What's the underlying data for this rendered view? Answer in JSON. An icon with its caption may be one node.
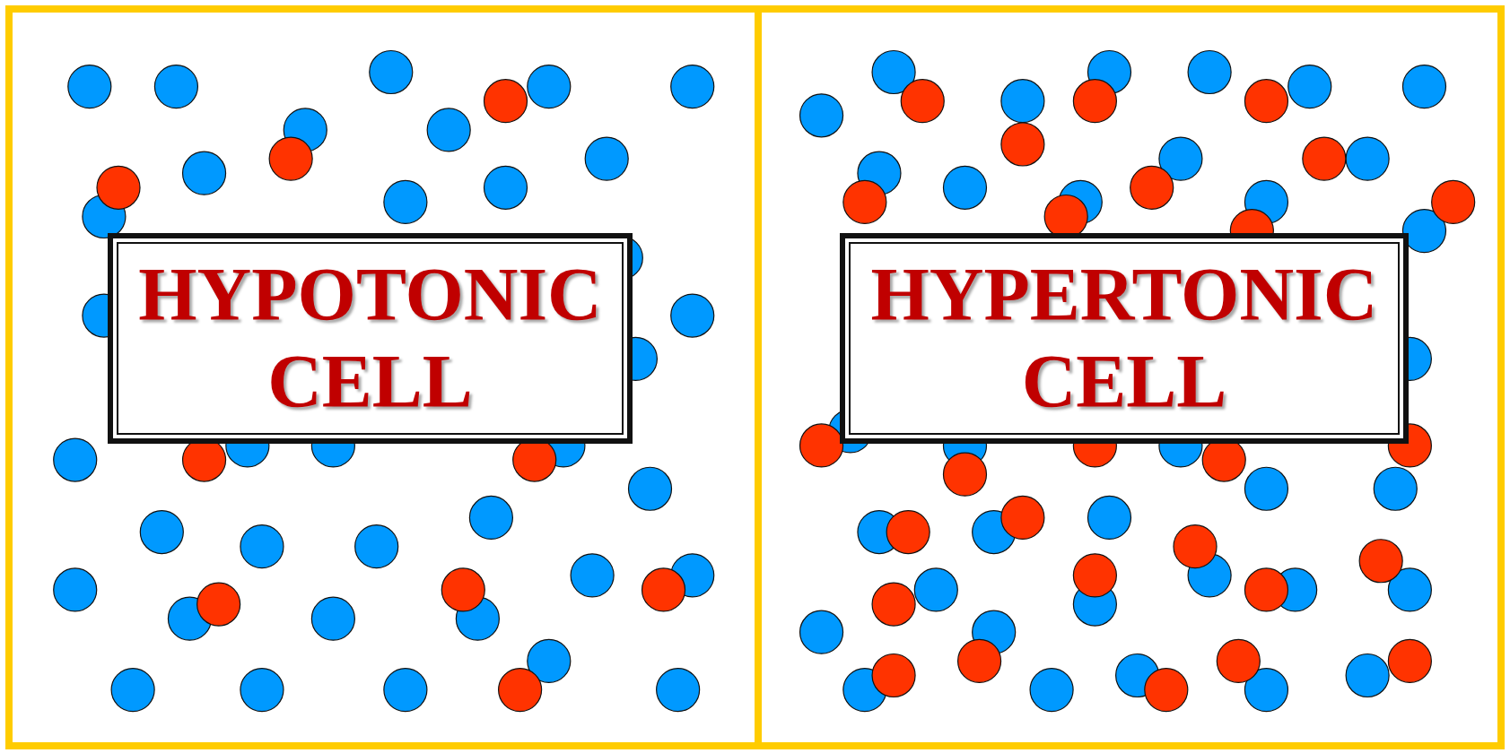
{
  "diagram": {
    "nodes": [
      {
        "text": [],
        "shape": "box"
      },
      {
        "text": [
          "HYPOTONIC CELL"
        ],
        "in": 0
      },
      {
        "text": [],
        "shape": "box"
      },
      {
        "text": [
          "HYPERTONIC CELL"
        ],
        "in": 2
      }
    ]
  }
}
